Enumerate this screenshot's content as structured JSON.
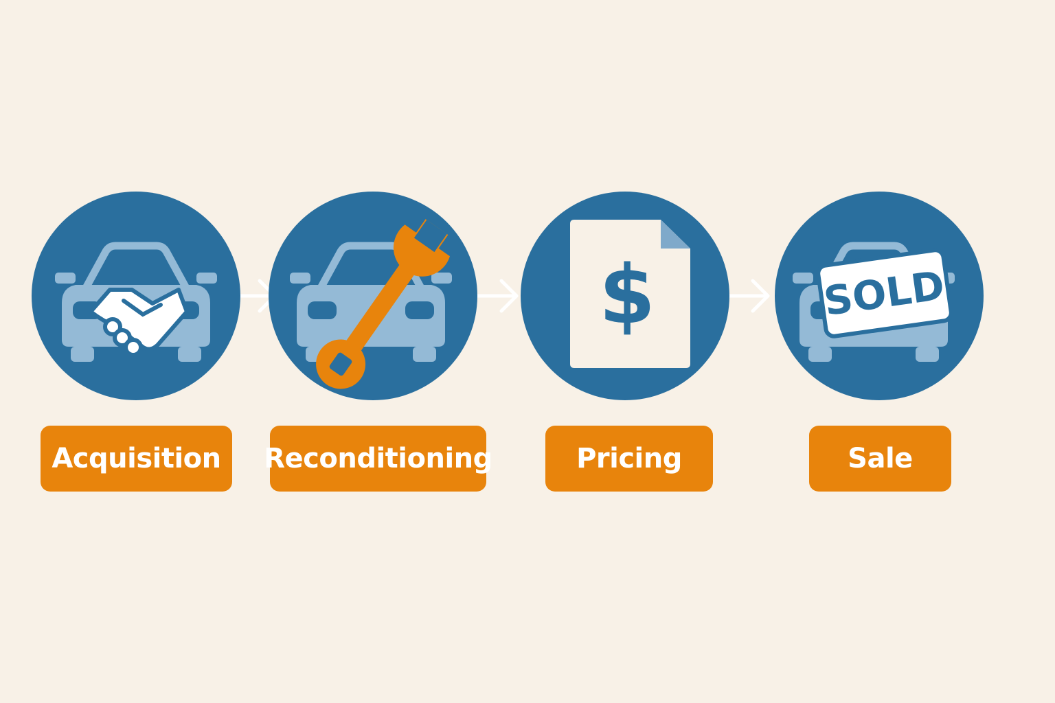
{
  "colors": {
    "background": "#f8f1e7",
    "circle": "#2a6f9e",
    "car": "#94bad6",
    "accent": "#e8840c",
    "arrow": "#ffffff",
    "paper": "#f8f1e7"
  },
  "steps": [
    {
      "label": "Acquisition",
      "icon": "handshake-icon"
    },
    {
      "label": "Reconditioning",
      "icon": "wrench-icon"
    },
    {
      "label": "Pricing",
      "icon": "price-document-icon"
    },
    {
      "label": "Sale",
      "icon": "sold-sign-icon"
    }
  ],
  "sold_sign_text": "SOLD",
  "dollar_symbol": "$"
}
